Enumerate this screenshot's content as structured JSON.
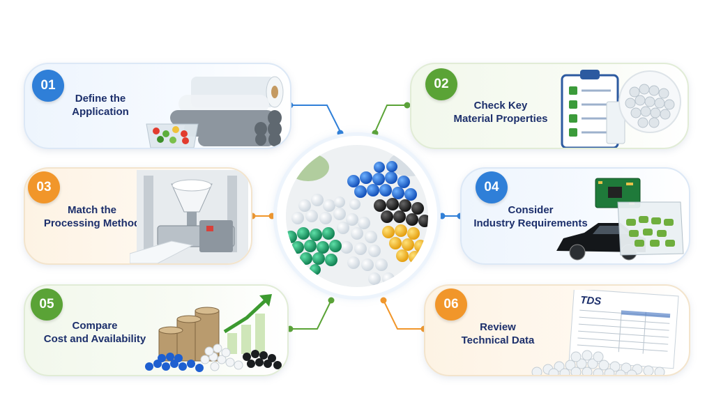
{
  "steps": [
    {
      "number": "01",
      "title_line1": "Define the",
      "title_line2": "Application"
    },
    {
      "number": "02",
      "title_line1": "Check Key",
      "title_line2": "Material Properties"
    },
    {
      "number": "03",
      "title_line1": "Match the",
      "title_line2": "Processing Method"
    },
    {
      "number": "04",
      "title_line1": "Consider",
      "title_line2": "Industry Requirements"
    },
    {
      "number": "05",
      "title_line1": "Compare",
      "title_line2": "Cost and Availability"
    },
    {
      "number": "06",
      "title_line1": "Review",
      "title_line2": "Technical Data"
    }
  ],
  "tds_label": "TDS",
  "colors": {
    "blue": "#2f7fd8",
    "green": "#5aa336",
    "orange": "#f1962a",
    "title_text": "#1c2f6b"
  }
}
